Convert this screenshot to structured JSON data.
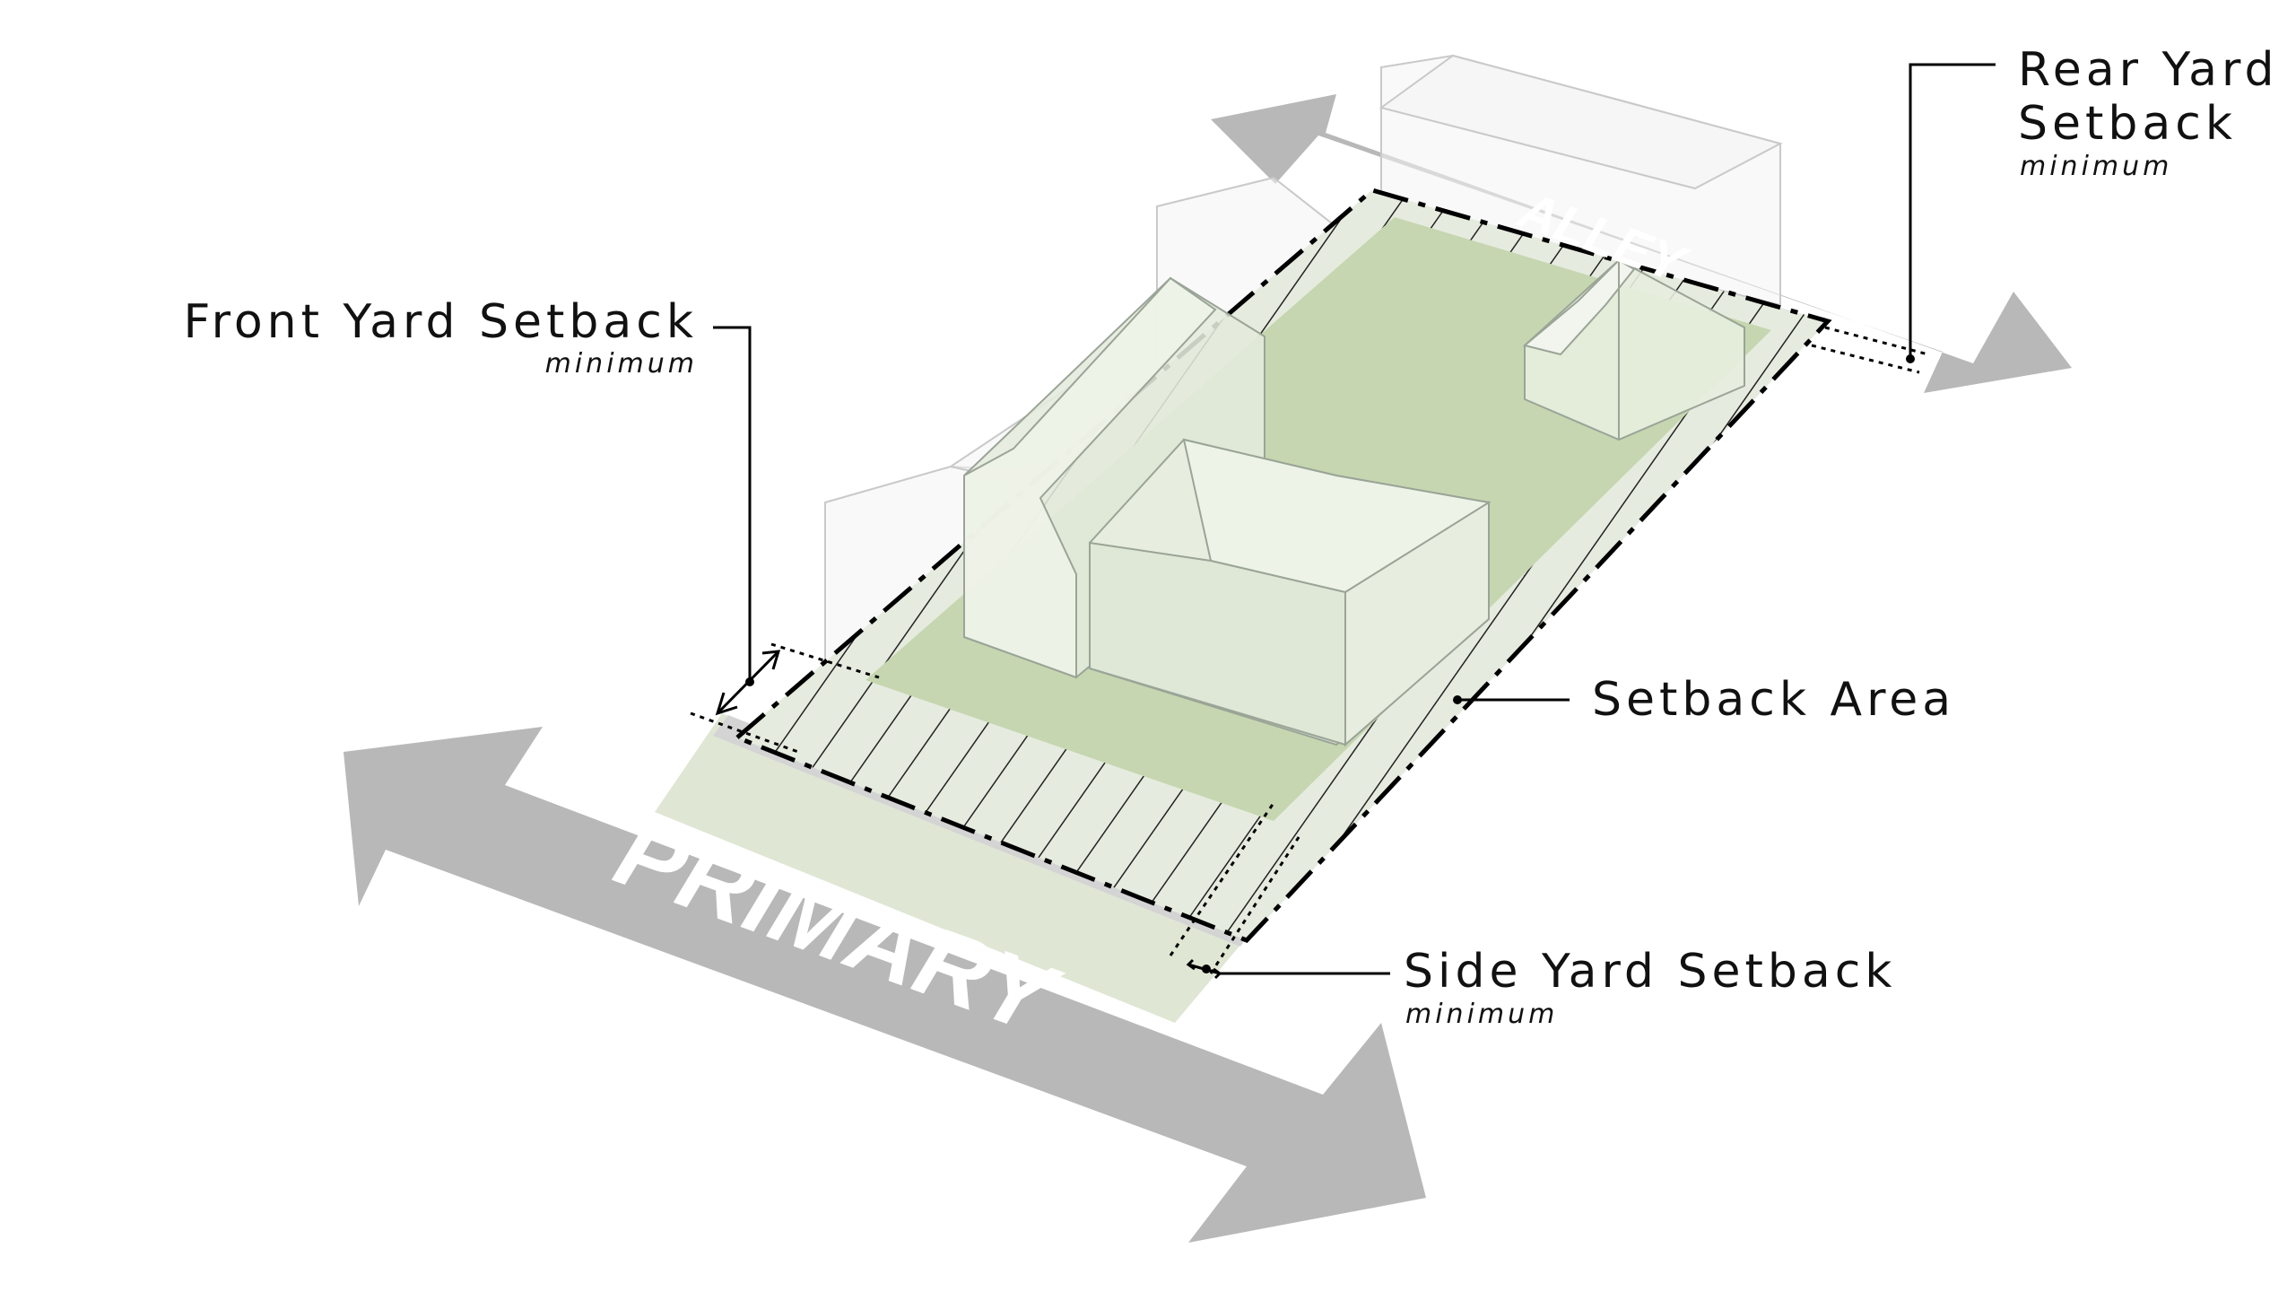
{
  "streets": {
    "primary": "PRIMARY",
    "alley": "ALLEY"
  },
  "labels": {
    "front_yard": {
      "title": "Front Yard Setback",
      "note": "minimum"
    },
    "rear_yard": {
      "title_line1": "Rear Yard",
      "title_line2": "Setback",
      "note": "minimum"
    },
    "setback_area": {
      "title": "Setback Area"
    },
    "side_yard": {
      "title": "Side Yard Setback",
      "note": "minimum"
    }
  },
  "colors": {
    "street": "#b8b8b8",
    "sidewalk": "#d4d4d4",
    "lawn": "#dfe7d4",
    "buildable": "#c6d6b0",
    "building_face": "#e7eedf",
    "building_roof": "#eef3e8",
    "ghost_outline": "#c9c9c9",
    "text": "#111111"
  }
}
